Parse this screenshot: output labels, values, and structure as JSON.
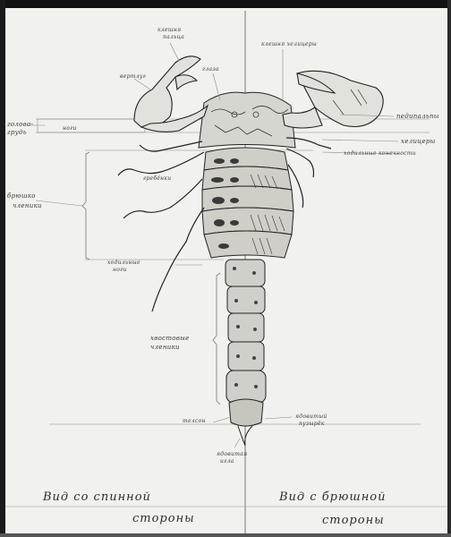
{
  "captions": {
    "left_line1": "Вид со спинной",
    "left_line2": "стороны",
    "right_line1": "Вид с брюшной",
    "right_line2": "стороны"
  },
  "labels": {
    "top_left_a": "клешня",
    "top_left_b": "пальца",
    "top_c": "глаза",
    "top_d": "вертлуг",
    "top_right": "клешня хелицеры",
    "left_1": "голово-",
    "left_1b": "грудь",
    "left_2": "ноги",
    "left_3": "брюшко",
    "left_3b": "членики",
    "mid_left_1": "гребёнки",
    "mid_left_2": "ходильные",
    "mid_left_3": "ноги",
    "mid_left_4": "хвостовые",
    "mid_left_5": "членики",
    "right_1": "педипальпы",
    "right_2": "хелицеры",
    "right_3": "ходильные конечности",
    "lower_left": "телсон",
    "lower_right_1": "ядовитый",
    "lower_right_2": "пузырёк",
    "bottom_mid_1": "ядовитая",
    "bottom_mid_2": "игла"
  }
}
